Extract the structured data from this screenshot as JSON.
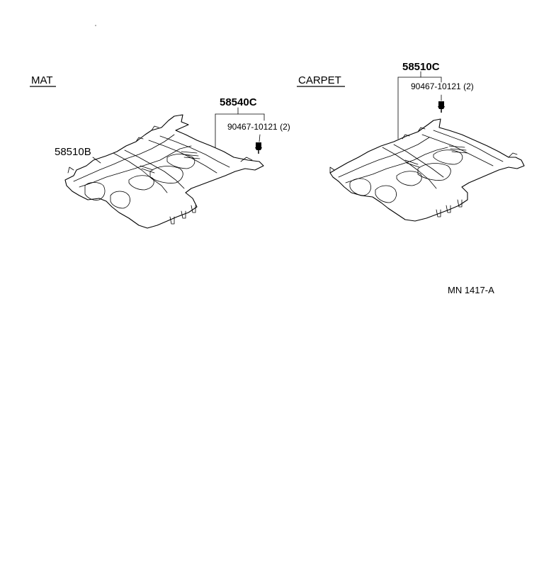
{
  "left_section": {
    "title": "MAT",
    "parts": {
      "main": "58540C",
      "secondary": "58510B",
      "fastener": "90467-10121 (2)"
    }
  },
  "right_section": {
    "title": "CARPET",
    "parts": {
      "main": "58510C",
      "fastener": "90467-10121 (2)"
    }
  },
  "figure_code": "MN  1417-A"
}
